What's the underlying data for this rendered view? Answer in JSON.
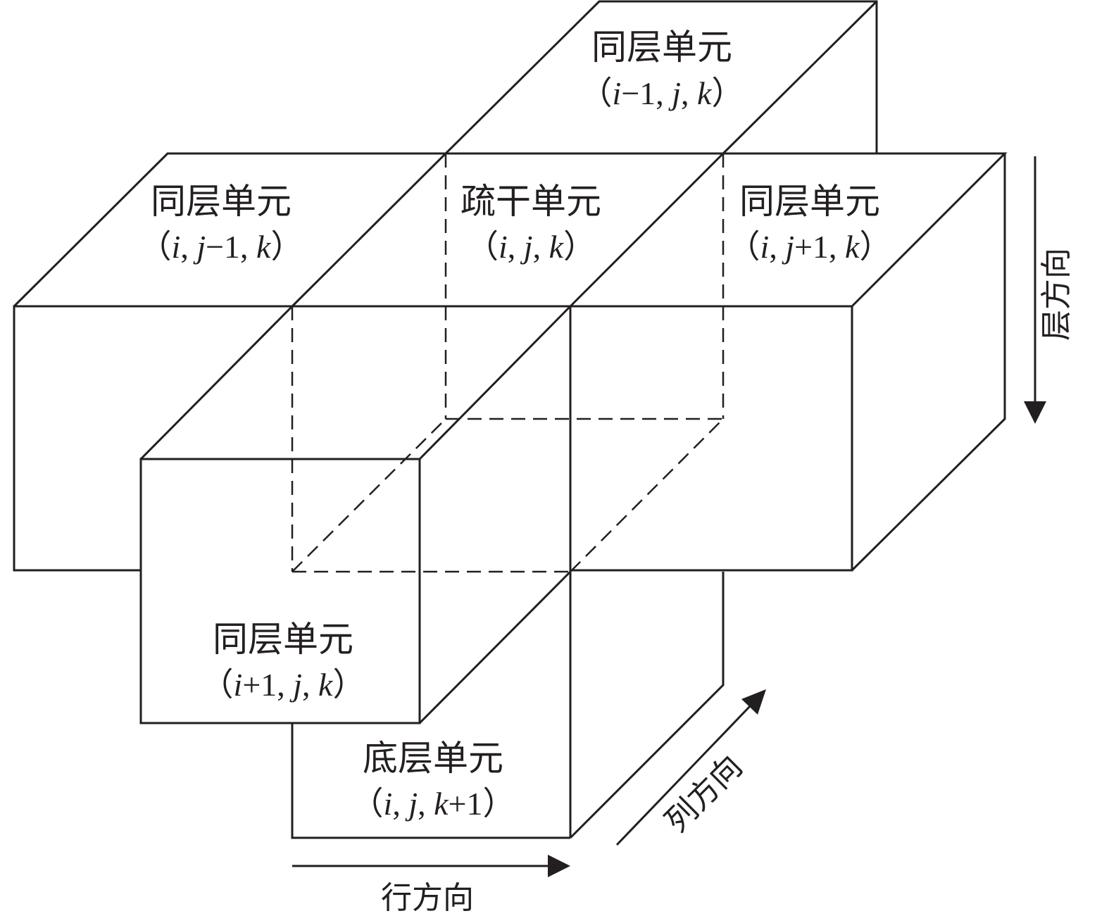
{
  "cells": {
    "top": {
      "name": "同层单元",
      "index": [
        {
          "t": "（",
          "i": false
        },
        {
          "t": "i",
          "i": true
        },
        {
          "t": "−1, ",
          "i": false
        },
        {
          "t": "j",
          "i": true
        },
        {
          "t": ", ",
          "i": false
        },
        {
          "t": "k",
          "i": true
        },
        {
          "t": "）",
          "i": false
        }
      ]
    },
    "left": {
      "name": "同层单元",
      "index": [
        {
          "t": "（",
          "i": false
        },
        {
          "t": "i",
          "i": true
        },
        {
          "t": ", ",
          "i": false
        },
        {
          "t": "j",
          "i": true
        },
        {
          "t": "−1, ",
          "i": false
        },
        {
          "t": "k",
          "i": true
        },
        {
          "t": "）",
          "i": false
        }
      ]
    },
    "center": {
      "name": "疏干单元",
      "index": [
        {
          "t": "（",
          "i": false
        },
        {
          "t": "i",
          "i": true
        },
        {
          "t": ", ",
          "i": false
        },
        {
          "t": "j",
          "i": true
        },
        {
          "t": ", ",
          "i": false
        },
        {
          "t": "k",
          "i": true
        },
        {
          "t": "）",
          "i": false
        }
      ]
    },
    "right": {
      "name": "同层单元",
      "index": [
        {
          "t": "（",
          "i": false
        },
        {
          "t": "i",
          "i": true
        },
        {
          "t": ", ",
          "i": false
        },
        {
          "t": "j",
          "i": true
        },
        {
          "t": "+1, ",
          "i": false
        },
        {
          "t": "k",
          "i": true
        },
        {
          "t": "）",
          "i": false
        }
      ]
    },
    "front": {
      "name": "同层单元",
      "index": [
        {
          "t": "（",
          "i": false
        },
        {
          "t": "i",
          "i": true
        },
        {
          "t": "+1, ",
          "i": false
        },
        {
          "t": "j",
          "i": true
        },
        {
          "t": ", ",
          "i": false
        },
        {
          "t": "k",
          "i": true
        },
        {
          "t": "）",
          "i": false
        }
      ]
    },
    "bottom": {
      "name": "底层单元",
      "index": [
        {
          "t": "（",
          "i": false
        },
        {
          "t": "i",
          "i": true
        },
        {
          "t": ", ",
          "i": false
        },
        {
          "t": "j",
          "i": true
        },
        {
          "t": ", ",
          "i": false
        },
        {
          "t": "k",
          "i": true
        },
        {
          "t": "+1",
          "i": false
        },
        {
          "t": "）",
          "i": false
        }
      ]
    }
  },
  "axes": {
    "row": "行方向",
    "column": "列方向",
    "layer": "层方向"
  }
}
